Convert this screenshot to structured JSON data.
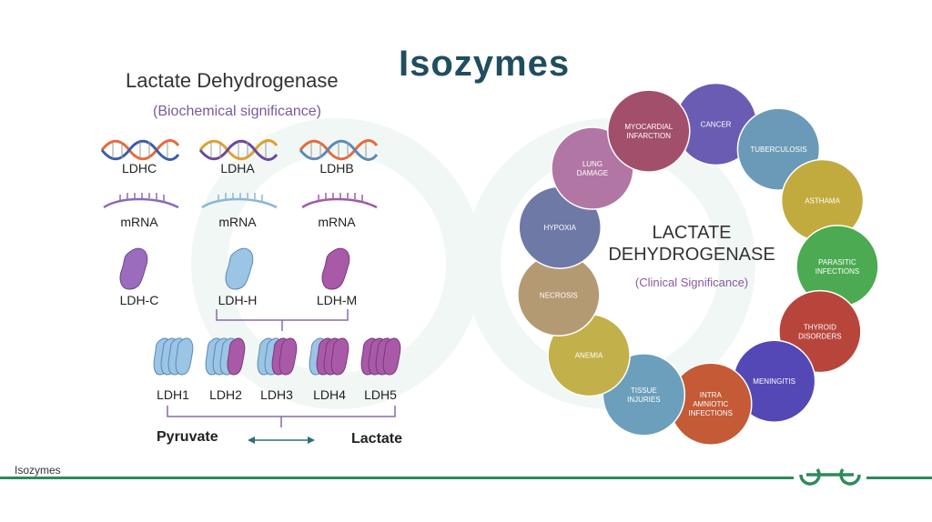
{
  "title": "Isozymes",
  "left": {
    "heading": "Lactate Dehydrogenase",
    "subheading": "(Biochemical significance)",
    "genes": [
      "LDHC",
      "LDHA",
      "LDHB"
    ],
    "mrna": [
      "mRNA",
      "mRNA",
      "mRNA"
    ],
    "subunits": [
      "LDH-C",
      "LDH-H",
      "LDH-M"
    ],
    "isoforms": [
      "LDH1",
      "LDH2",
      "LDH3",
      "LDH4",
      "LDH5"
    ],
    "reaction_left": "Pyruvate",
    "reaction_right": "Lactate"
  },
  "clinical": {
    "center_line1": "LACTATE",
    "center_line2": "DEHYDROGENASE",
    "center_sub": "(Clinical Significance)",
    "items": [
      {
        "line1": "CANCER",
        "line2": "",
        "line3": "",
        "color": "#6a5cb3"
      },
      {
        "line1": "TUBERCULOSIS",
        "line2": "",
        "line3": "",
        "color": "#6a9ab8"
      },
      {
        "line1": "ASTHAMA",
        "line2": "",
        "line3": "",
        "color": "#c2ab3e"
      },
      {
        "line1": "PARASITIC",
        "line2": "INFECTIONS",
        "line3": "",
        "color": "#4caa52"
      },
      {
        "line1": "THYROID",
        "line2": "DISORDERS",
        "line3": "",
        "color": "#b8453c"
      },
      {
        "line1": "MENINGITIS",
        "line2": "",
        "line3": "",
        "color": "#5448b6"
      },
      {
        "line1": "INTRA",
        "line2": "AMNIOTIC",
        "line3": "INFECTIONS",
        "color": "#c45a36"
      },
      {
        "line1": "TISSUE",
        "line2": "INJURIES",
        "line3": "",
        "color": "#6b9fbc"
      },
      {
        "line1": "ANEMIA",
        "line2": "",
        "line3": "",
        "color": "#c2b04a"
      },
      {
        "line1": "NECROSIS",
        "line2": "",
        "line3": "",
        "color": "#b49a72"
      },
      {
        "line1": "HYPOXIA",
        "line2": "",
        "line3": "",
        "color": "#6e79a6"
      },
      {
        "line1": "LUNG",
        "line2": "DAMAGE",
        "line3": "",
        "color": "#b176a4"
      },
      {
        "line1": "MYOCARDIAL",
        "line2": "INFARCTION",
        "line3": "",
        "color": "#a24f6c"
      }
    ]
  },
  "footer": {
    "text": "Isozymes"
  }
}
